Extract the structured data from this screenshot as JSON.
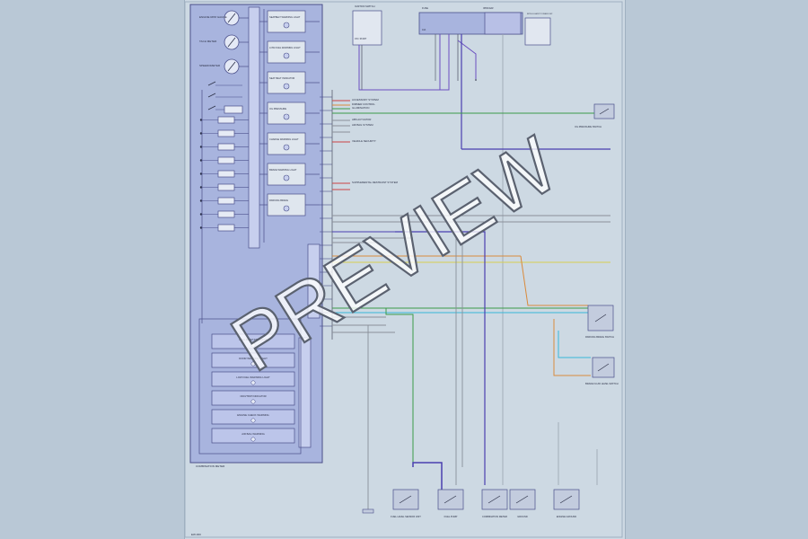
{
  "watermark": "PREVIEW",
  "footer_code": "EW-000",
  "cluster_label": "COMBINATION METER",
  "gauges": [
    "ENGINE RPM GAUGE",
    "TACH METER",
    "SPEEDOMETER"
  ],
  "meter_blocks": [
    "SEATBELT WARNING LIGHT",
    "LOW FUEL WARNING LIGHT",
    "SEAT BELT INDICATOR",
    "OIL PRESSURE",
    "CHARGE WARNING LIGHT",
    "BRAKE WARNING LIGHT",
    "PARKING BRAKE"
  ],
  "warning_rows": [
    "HIGH BEAM INDICATOR",
    "DOOR WARNING LIGHT",
    "LOW FUEL WARNING LIGHT",
    "ODO/TRIP INDICATOR",
    "ENGINE CHECK WARNING",
    "AIR BAG WARNING"
  ],
  "top_connectors": [
    {
      "label": "IGNITION SWITCH",
      "sub": "ON / START"
    },
    {
      "label": "FUSE",
      "sub": "10A"
    },
    {
      "label": "IPDM E/R",
      "sub": "INTELLIGENT POWER DIST."
    }
  ],
  "right_labels": [
    "ACCESSORY SYSTEM",
    "DIMMER CONTROL",
    "ILLUMINATION",
    "ABS ACTUATOR",
    "AIR BAG SYSTEM",
    "VEHICLE SECURITY",
    "SUPPLEMENTAL RESTRAINT SYSTEM"
  ],
  "right_devices": [
    "OIL PRESSURE SWITCH",
    "PARKING BRAKE SWITCH",
    "BRAKE FLUID LEVEL SWITCH"
  ],
  "bottom_devices": [
    "FUEL LEVEL SENSOR UNIT",
    "FUEL PUMP",
    "COMBINATION METER",
    "GROUND",
    "ENGINE GROUND"
  ],
  "colors": {
    "blue_wire": "#4a3fb0",
    "purple_wire": "#6a4fc0",
    "green_wire": "#3c9a4a",
    "orange_wire": "#d98a3c",
    "yellow_wire": "#d8cf50",
    "red_wire": "#cc4444",
    "cyan_wire": "#38b8d8",
    "box_fill": "#a8b4de",
    "box_stroke": "#4a4f8a"
  }
}
